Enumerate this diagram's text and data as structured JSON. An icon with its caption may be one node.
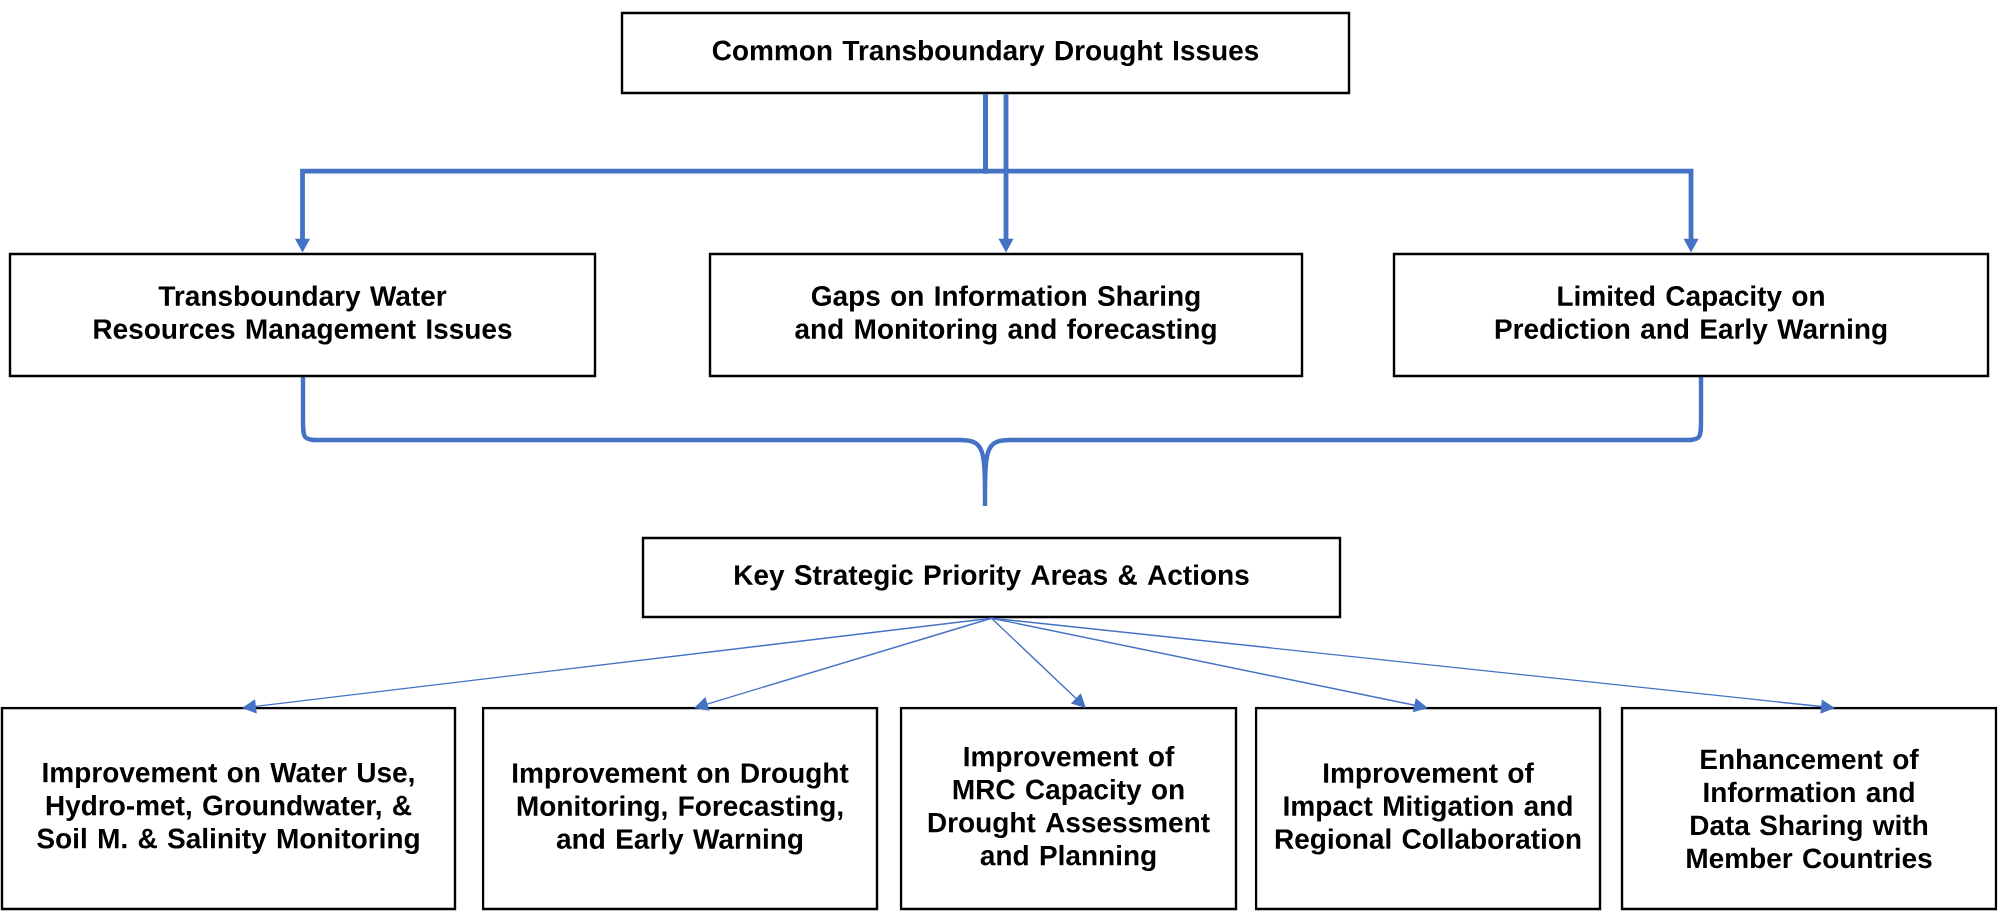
{
  "diagram": {
    "nodes": [
      {
        "text": [
          "Common Transboundary Drought Issues"
        ]
      },
      {
        "text": [
          "Transboundary Water Resources Management Issues"
        ]
      },
      {
        "text": [
          "Gaps on Information Sharing and Monitoring and forecasting"
        ]
      },
      {
        "text": [
          "Limited Capacity on Prediction and Early Warning"
        ]
      },
      {
        "text": [
          "Key Strategic Priority Areas & Actions"
        ]
      },
      {
        "text": [
          "Improvement on Water Use, Hydro-met, Groundwater, & Soil M. & Salinity Monitoring"
        ]
      },
      {
        "text": [
          "Improvement on Drought Monitoring, Forecasting, and Early Warning"
        ]
      },
      {
        "text": [
          "Improvement of MRC Capacity on Drought Assessment and Planning"
        ]
      },
      {
        "text": [
          "Improvement of Impact Mitigation and Regional Collaboration"
        ]
      },
      {
        "text": [
          "Enhancement of Information and Data Sharing with Member Countries"
        ]
      }
    ],
    "edges": [
      {
        "from": 0,
        "to": 1,
        "arrow": "to",
        "style": "thick"
      },
      {
        "from": 0,
        "to": 2,
        "arrow": "to",
        "style": "thick"
      },
      {
        "from": 0,
        "to": 3,
        "arrow": "to",
        "style": "thick"
      },
      {
        "from": 4,
        "to": 5,
        "arrow": "to"
      },
      {
        "from": 4,
        "to": 6,
        "arrow": "to"
      },
      {
        "from": 4,
        "to": 7,
        "arrow": "to"
      },
      {
        "from": 4,
        "to": 8,
        "arrow": "to"
      },
      {
        "from": 4,
        "to": 9,
        "arrow": "to"
      }
    ]
  }
}
